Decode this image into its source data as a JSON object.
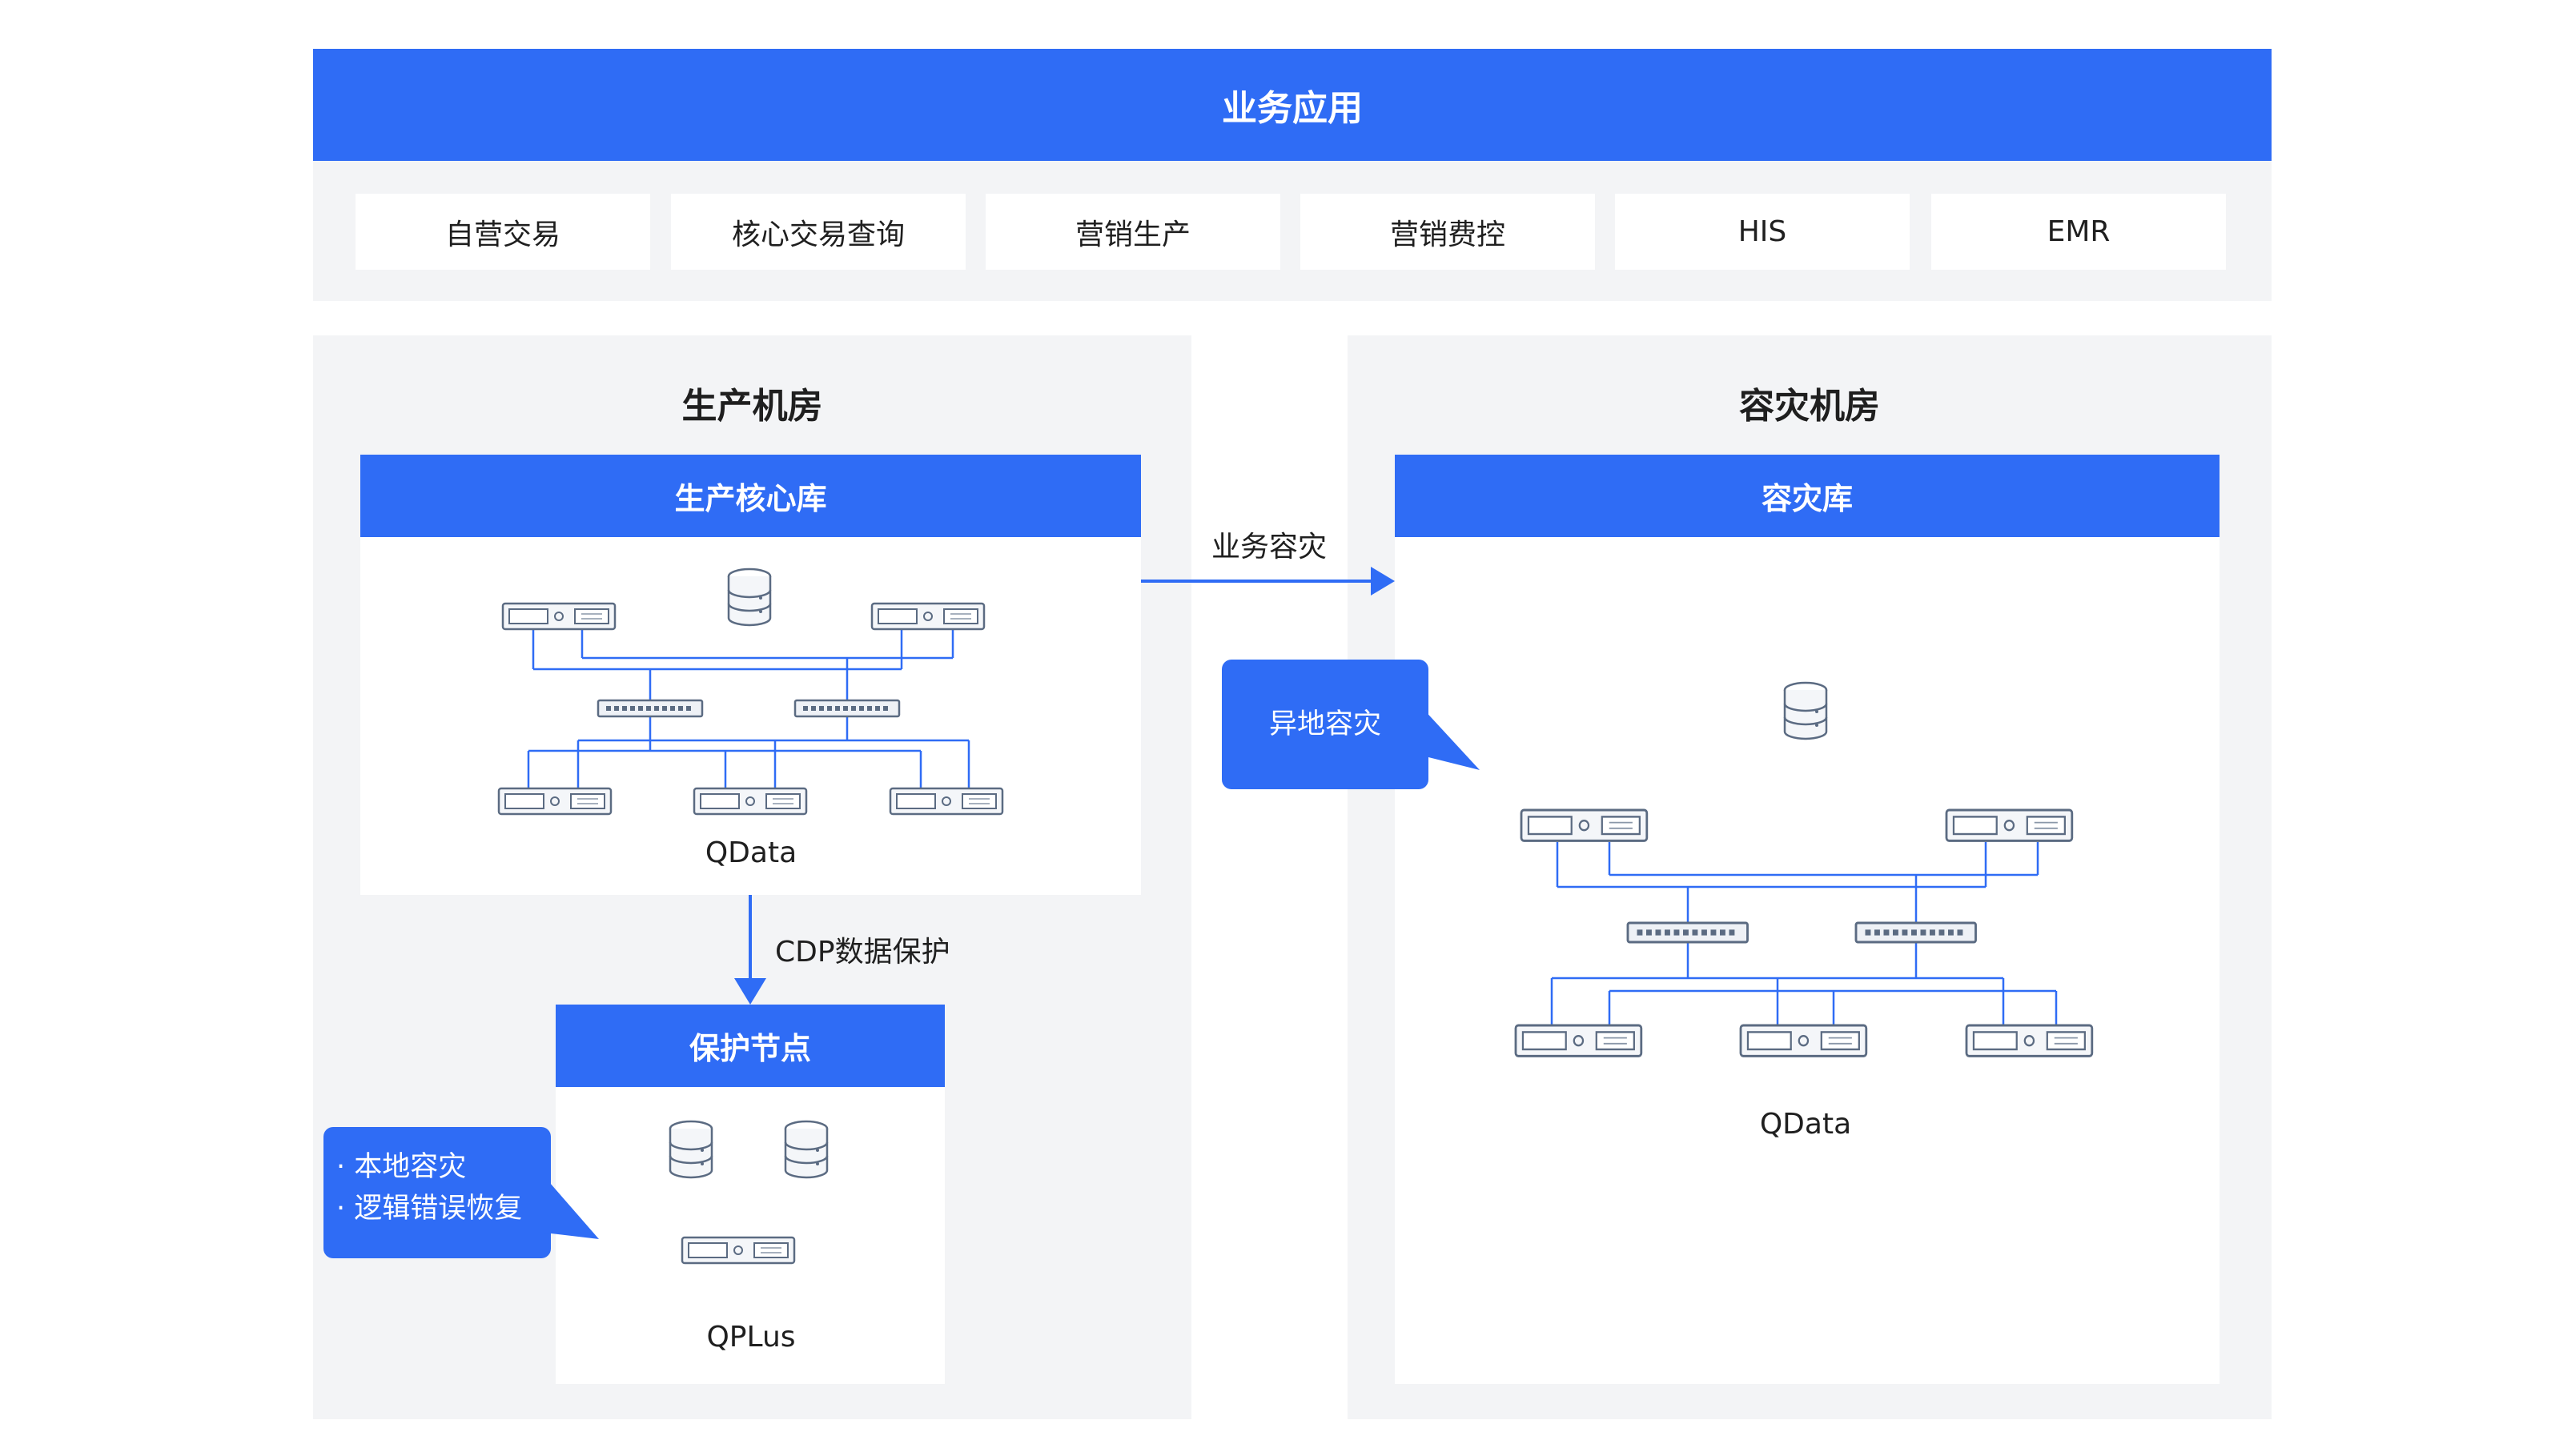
{
  "top_banner": {
    "label": "业务应用"
  },
  "apps": [
    "自营交易",
    "核心交易查询",
    "营销生产",
    "营销费控",
    "HIS",
    "EMR"
  ],
  "production_room": {
    "title": "生产机房",
    "core_db": {
      "label": "生产核心库",
      "caption": "QData"
    },
    "protection_node": {
      "label": "保护节点",
      "caption": "QPLus"
    },
    "cdp_arrow_label": "CDP数据保护",
    "callout": {
      "lines": [
        "· 本地容灾",
        "· 逻辑错误恢复"
      ]
    }
  },
  "dr_room": {
    "title": "容灾机房",
    "dr_db": {
      "label": "容灾库",
      "caption": "QData"
    },
    "callout": {
      "lines": [
        "异地容灾"
      ]
    }
  },
  "replication_arrow_label": "业务容灾",
  "colors": {
    "accent": "#2f6cf5",
    "panel": "#f3f4f6",
    "device_stroke": "#5b6b82"
  }
}
